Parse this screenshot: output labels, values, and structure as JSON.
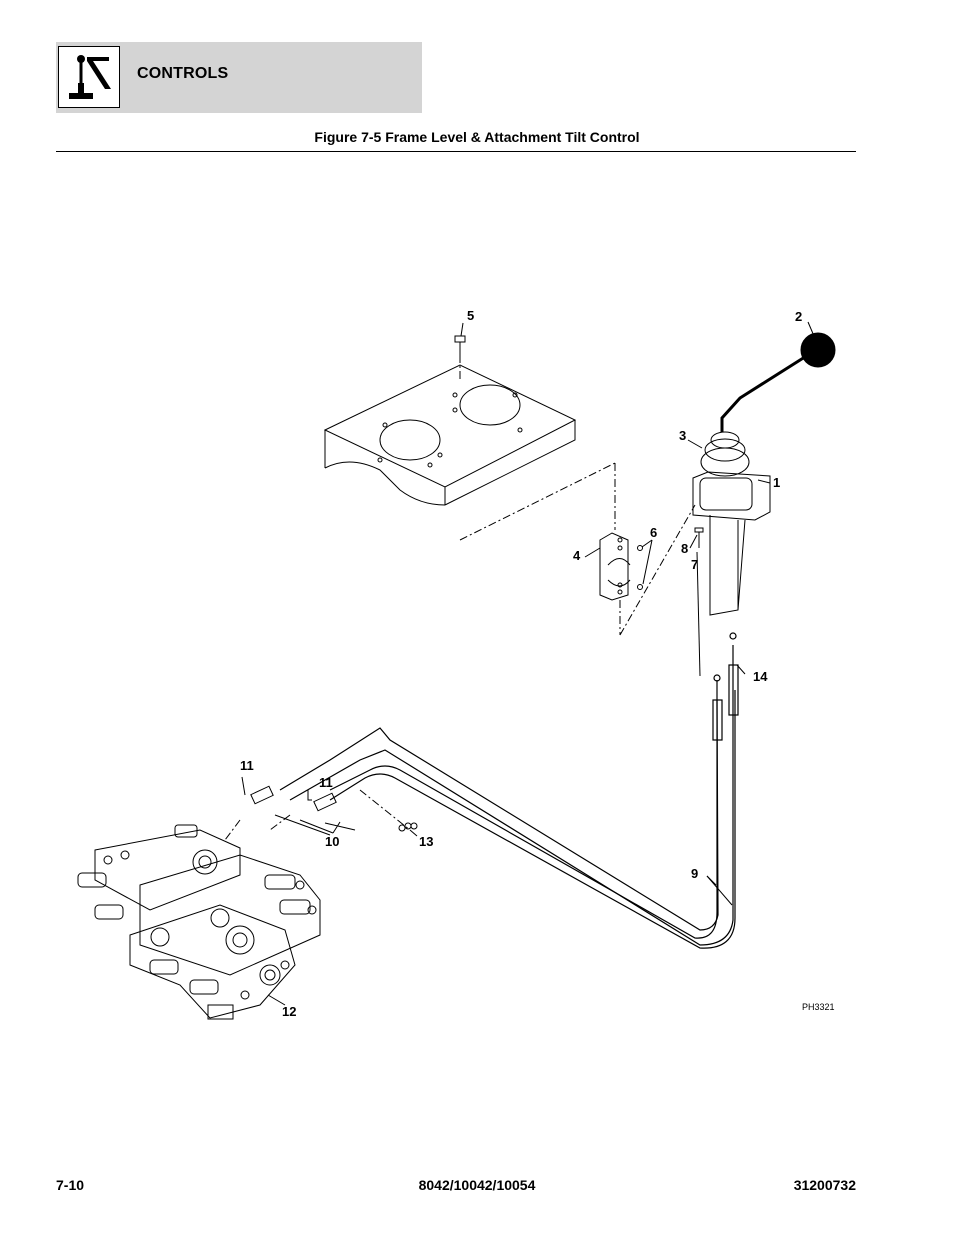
{
  "header": {
    "section_title": "CONTROLS",
    "icon": "joystick-controls-icon"
  },
  "figure": {
    "title": "Figure 7-5 Frame Level & Attachment Tilt Control",
    "drawing_ref": "PH3321",
    "callouts": [
      "1",
      "2",
      "3",
      "4",
      "5",
      "6",
      "7",
      "8",
      "9",
      "10",
      "11",
      "11",
      "12",
      "13",
      "14"
    ]
  },
  "footer": {
    "page_number": "7-10",
    "models": "8042/10042/10054",
    "part_number": "31200732"
  }
}
